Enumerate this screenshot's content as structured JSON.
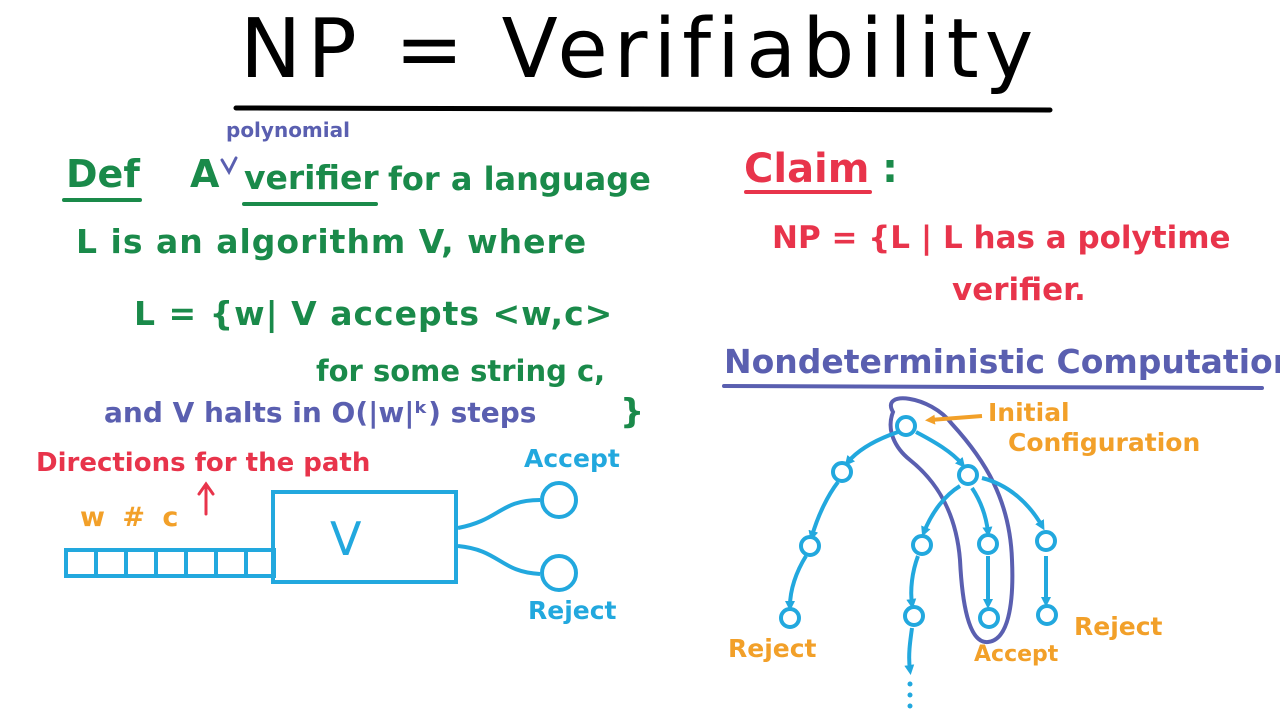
{
  "title": "NP = Verifiability",
  "definition": {
    "label": "Def",
    "article": "A",
    "superscript": "polynomial",
    "keyword": "verifier",
    "line1_rest": "for a language",
    "line2": "L is an algorithm V, where",
    "set_line": "L = {w| V accepts <w,c>",
    "some_line": "for some string c,",
    "halts_line": "and V halts in O(|w|ᵏ) steps",
    "closing_brace": "}"
  },
  "claim": {
    "label": "Claim",
    "colon": ":",
    "line1": "NP = {L | L has a polytime",
    "line2": "verifier."
  },
  "machine": {
    "directions_label": "Directions for the path",
    "tape_label": "w # c",
    "box_label": "V",
    "accept_label": "Accept",
    "reject_label": "Reject"
  },
  "tree": {
    "title": "Nondeterministic Computation",
    "initial_line1": "Initial",
    "initial_line2": "Configuration",
    "reject_left": "Reject",
    "reject_right": "Reject",
    "accept": "Accept"
  },
  "colors": {
    "green": "#1a8a4a",
    "red": "#e8344b",
    "purple": "#5a5fb0",
    "cyan": "#22a8de",
    "orange": "#f2a029",
    "black": "#000000"
  }
}
